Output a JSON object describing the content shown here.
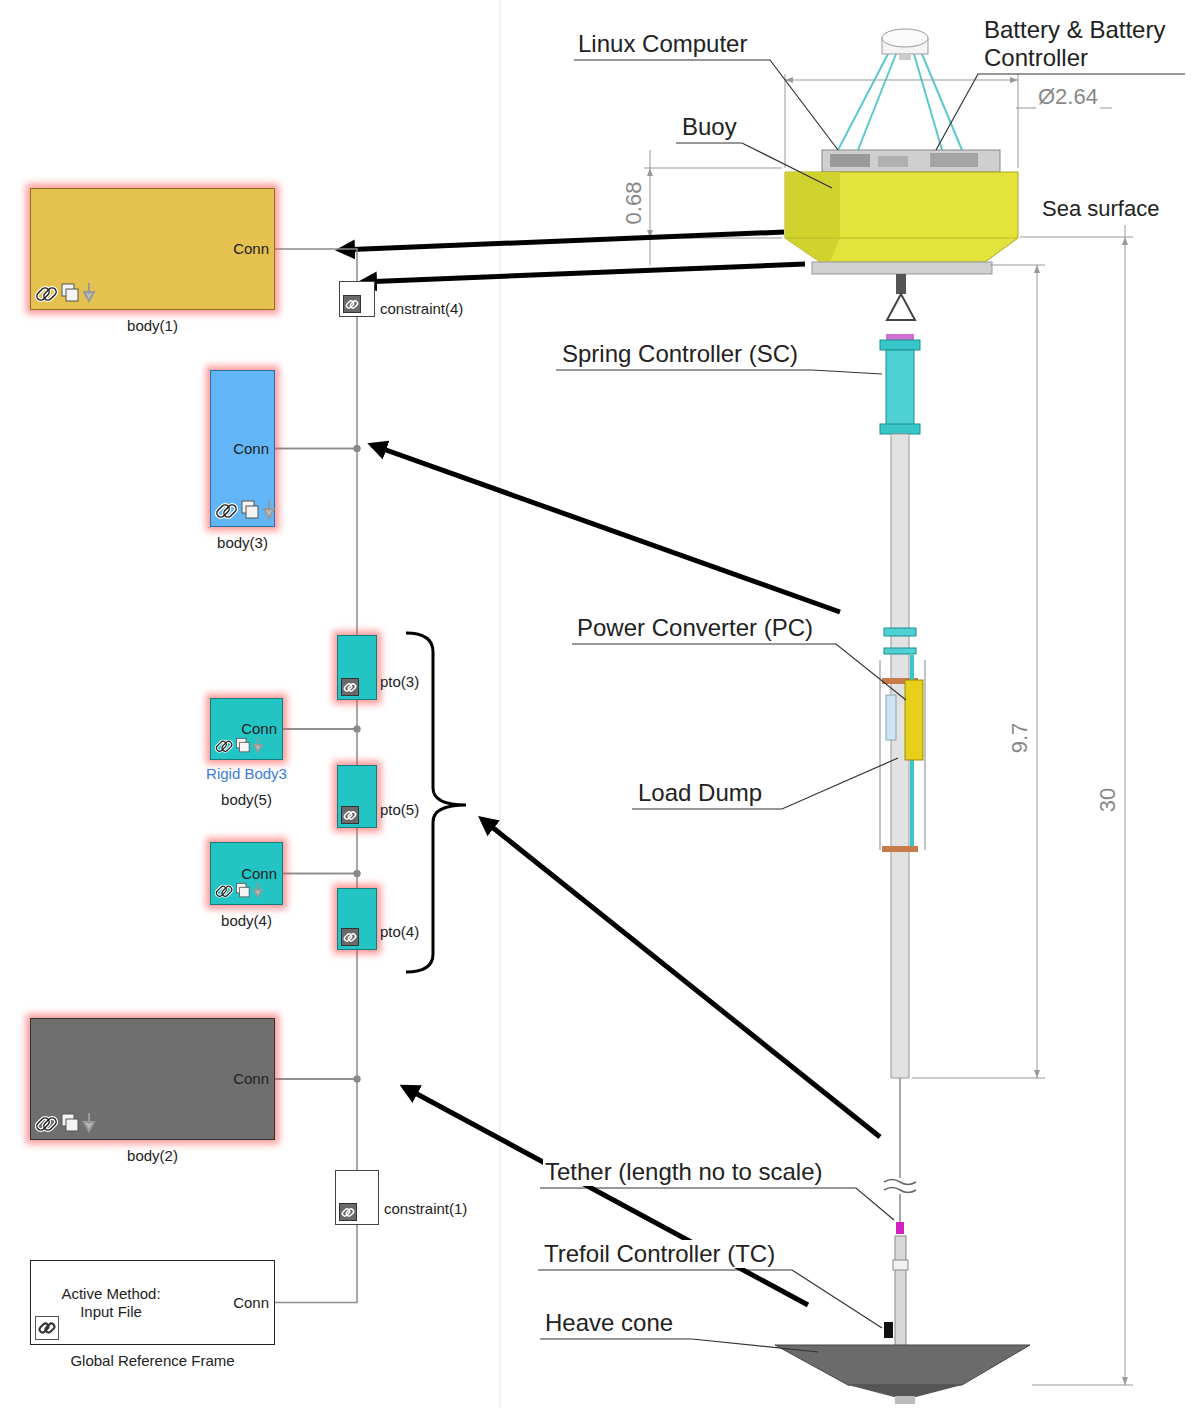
{
  "diagram": {
    "nodes": [
      {
        "text": [
          "Conn",
          "body(1)"
        ]
      },
      {
        "text": [
          "constraint(4)"
        ]
      },
      {
        "text": [
          "Conn",
          "body(3)"
        ]
      },
      {
        "text": [
          "pto(3)"
        ]
      },
      {
        "text": [
          "Conn",
          "Rigid Body3",
          "body(5)"
        ]
      },
      {
        "text": [
          "pto(5)"
        ]
      },
      {
        "text": [
          "Conn",
          "body(4)"
        ]
      },
      {
        "text": [
          "pto(4)"
        ]
      },
      {
        "text": [
          "Conn",
          "body(2)"
        ]
      },
      {
        "text": [
          "constraint(1)"
        ]
      },
      {
        "text": [
          "Active Method: Input File",
          "Conn",
          "Global Reference Frame"
        ]
      }
    ],
    "edges": [
      {
        "from": 0,
        "to": 1,
        "arrow": "none"
      },
      {
        "from": 1,
        "to": 2,
        "arrow": "none"
      },
      {
        "from": 2,
        "to": 3,
        "arrow": "none"
      },
      {
        "from": 3,
        "to": 4,
        "arrow": "none"
      },
      {
        "from": 4,
        "to": 5,
        "arrow": "none"
      },
      {
        "from": 5,
        "to": 6,
        "arrow": "none"
      },
      {
        "from": 6,
        "to": 7,
        "arrow": "none"
      },
      {
        "from": 7,
        "to": 8,
        "arrow": "none"
      },
      {
        "from": 8,
        "to": 9,
        "arrow": "none"
      },
      {
        "from": 9,
        "to": 10,
        "arrow": "none"
      }
    ],
    "labels": [
      "Linux Computer",
      "Battery & Battery Controller",
      "Buoy",
      "Ø2.64",
      "0.68",
      "Sea surface",
      "Spring Controller (SC)",
      "Power Converter (PC)",
      "Load Dump",
      "9.7",
      "30",
      "Tether (length no to scale)",
      "Trefoil Controller (TC)",
      "Heave cone"
    ]
  }
}
